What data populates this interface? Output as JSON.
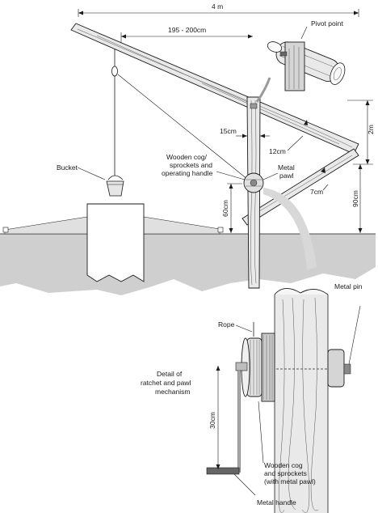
{
  "labels": {
    "width_4m": "4 m",
    "dim_195_200": "195 - 200cm",
    "pivot_point": "Pivot point",
    "dim_2m": "2m",
    "dim_15cm": "15cm",
    "dim_12cm": "12cm",
    "dim_7cm": "7cm",
    "dim_90cm": "90cm",
    "dim_60cm": "60cm",
    "bucket": "Bucket",
    "cog_line1": "Wooden cog/",
    "cog_line2": "sprockets and",
    "cog_line3": "operating handle",
    "pawl_line1": "Metal",
    "pawl_line2": "pawl",
    "metal_pin": "Metal pin",
    "rope": "Rope",
    "detail_line1": "Detail of",
    "detail_line2": "ratchet and pawl",
    "detail_line3": "mechanism",
    "dim_30cm": "30cm",
    "wc_line1": "Wooden cog",
    "wc_line2": "and sprockets",
    "wc_line3": "(with metal pawl)",
    "metal_handle": "Metal handle"
  },
  "colors": {
    "ink": "#1a1a1a",
    "ground": "#cfcfcf",
    "wood": "#e9e9e9",
    "wood_dark": "#bdbdbd"
  }
}
